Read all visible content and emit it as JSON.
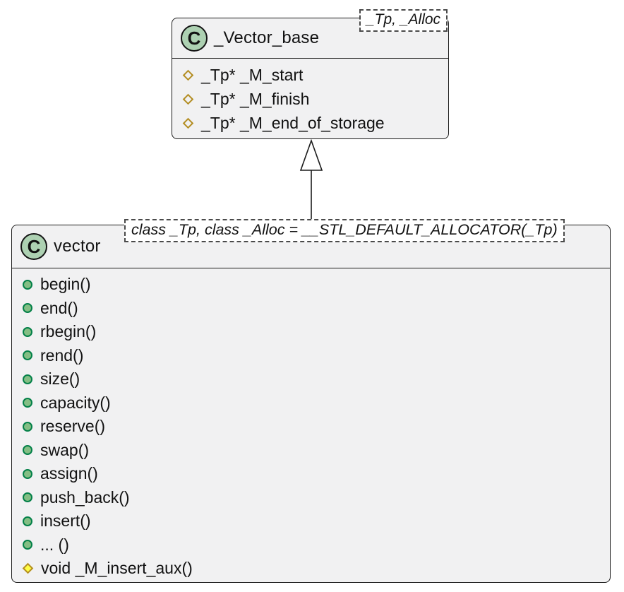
{
  "diagram": {
    "relation": {
      "type": "inheritance",
      "from": "vector",
      "to": "_Vector_base"
    },
    "colors": {
      "box_fill": "#F1F1F2",
      "box_border": "#1b1b1b",
      "class_badge_fill": "#ADD1B2",
      "public_method_fill": "#84BE84",
      "public_method_border": "#038048",
      "protected_border": "#B38D22",
      "protected_method_fill": "#FFFF44"
    },
    "classes": [
      {
        "badge": "C",
        "name": "_Vector_base",
        "template": "_Tp, _Alloc",
        "members": [
          {
            "icon": "protected-field-diamond",
            "text": "_Tp* _M_start"
          },
          {
            "icon": "protected-field-diamond",
            "text": "_Tp* _M_finish"
          },
          {
            "icon": "protected-field-diamond",
            "text": "_Tp* _M_end_of_storage"
          }
        ]
      },
      {
        "badge": "C",
        "name": "vector",
        "template": "class _Tp, class _Alloc = __STL_DEFAULT_ALLOCATOR(_Tp)",
        "members": [
          {
            "icon": "public-method-circle",
            "text": "begin()"
          },
          {
            "icon": "public-method-circle",
            "text": "end()"
          },
          {
            "icon": "public-method-circle",
            "text": "rbegin()"
          },
          {
            "icon": "public-method-circle",
            "text": "rend()"
          },
          {
            "icon": "public-method-circle",
            "text": "size()"
          },
          {
            "icon": "public-method-circle",
            "text": "capacity()"
          },
          {
            "icon": "public-method-circle",
            "text": "reserve()"
          },
          {
            "icon": "public-method-circle",
            "text": "swap()"
          },
          {
            "icon": "public-method-circle",
            "text": "assign()"
          },
          {
            "icon": "public-method-circle",
            "text": "push_back()"
          },
          {
            "icon": "public-method-circle",
            "text": "insert()"
          },
          {
            "icon": "public-method-circle",
            "text": "... ()"
          },
          {
            "icon": "protected-method-diamond",
            "text": "void _M_insert_aux()"
          }
        ]
      }
    ]
  }
}
